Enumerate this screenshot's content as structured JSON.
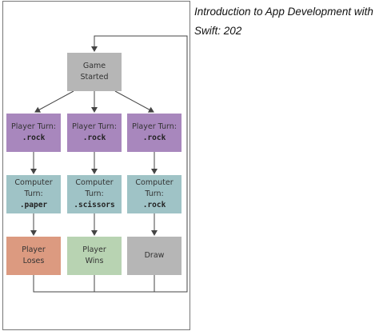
{
  "caption": {
    "line1": "Introduction to App Development with",
    "line2": "Swift: 202"
  },
  "diagram": {
    "start": {
      "line1": "Game",
      "line2": "Started"
    },
    "player_turns": [
      {
        "label": "Player Turn:",
        "move": ".rock"
      },
      {
        "label": "Player Turn:",
        "move": ".rock"
      },
      {
        "label": "Player Turn:",
        "move": ".rock"
      }
    ],
    "computer_turns": [
      {
        "label": "Computer Turn:",
        "move": ".paper"
      },
      {
        "label": "Computer Turn:",
        "move": ".scissors"
      },
      {
        "label": "Computer Turn:",
        "move": ".rock"
      }
    ],
    "outcomes": [
      {
        "line1": "Player",
        "line2": "Loses",
        "color": "#dc9a80"
      },
      {
        "line1": "Player",
        "line2": "Wins",
        "color": "#b8d3b2"
      },
      {
        "line1": "Draw",
        "line2": "",
        "color": "#b6b6b6"
      }
    ],
    "colors": {
      "start": "#b6b6b6",
      "player_turn": "#a887bd",
      "computer_turn": "#9fc3c6",
      "connector": "#444444"
    }
  }
}
